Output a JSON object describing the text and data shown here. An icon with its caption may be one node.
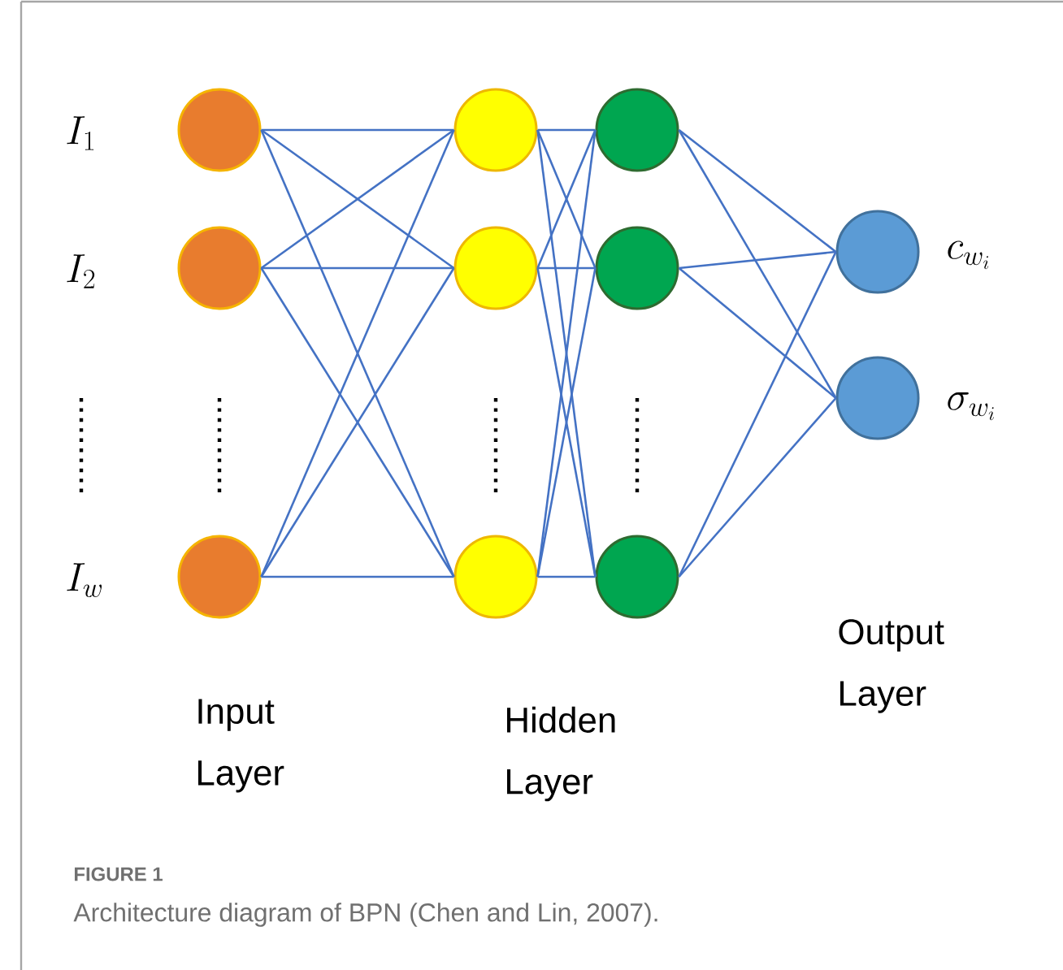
{
  "diagram": {
    "caption": "Architecture diagram of BPN (Chen and Lin, 2007).",
    "nodes": [
      {
        "text": [],
        "shape": "circle"
      },
      {
        "text": [],
        "shape": "circle"
      },
      {
        "text": [],
        "shape": "circle"
      },
      {
        "text": [],
        "shape": "circle"
      },
      {
        "text": [],
        "shape": "circle"
      },
      {
        "text": [],
        "shape": "circle"
      },
      {
        "text": [],
        "shape": "circle"
      },
      {
        "text": [],
        "shape": "circle"
      },
      {
        "text": [],
        "shape": "circle"
      },
      {
        "text": [],
        "shape": "circle",
        "beside": [
          "c_{w_i}"
        ]
      },
      {
        "text": [],
        "shape": "circle",
        "beside": [
          "\\sigma_{w_i}"
        ]
      }
    ],
    "edges": [
      {
        "from": 0,
        "to": 3,
        "arrow": "none"
      },
      {
        "from": 0,
        "to": 4,
        "arrow": "none"
      },
      {
        "from": 0,
        "to": 5,
        "arrow": "none"
      },
      {
        "from": 1,
        "to": 3,
        "arrow": "none"
      },
      {
        "from": 1,
        "to": 4,
        "arrow": "none"
      },
      {
        "from": 1,
        "to": 5,
        "arrow": "none"
      },
      {
        "from": 2,
        "to": 3,
        "arrow": "none"
      },
      {
        "from": 2,
        "to": 4,
        "arrow": "none"
      },
      {
        "from": 2,
        "to": 5,
        "arrow": "none"
      },
      {
        "from": 3,
        "to": 6,
        "arrow": "none"
      },
      {
        "from": 3,
        "to": 7,
        "arrow": "none"
      },
      {
        "from": 3,
        "to": 8,
        "arrow": "none"
      },
      {
        "from": 4,
        "to": 6,
        "arrow": "none"
      },
      {
        "from": 4,
        "to": 7,
        "arrow": "none"
      },
      {
        "from": 4,
        "to": 8,
        "arrow": "none"
      },
      {
        "from": 5,
        "to": 6,
        "arrow": "none"
      },
      {
        "from": 5,
        "to": 7,
        "arrow": "none"
      },
      {
        "from": 5,
        "to": 8,
        "arrow": "none"
      },
      {
        "from": 6,
        "to": 9,
        "arrow": "none"
      },
      {
        "from": 6,
        "to": 10,
        "arrow": "none"
      },
      {
        "from": 7,
        "to": 9,
        "arrow": "none"
      },
      {
        "from": 7,
        "to": 10,
        "arrow": "none"
      },
      {
        "from": 8,
        "to": 9,
        "arrow": "none"
      },
      {
        "from": 8,
        "to": 10,
        "arrow": "none"
      }
    ],
    "labels": [
      "I_1",
      "I_2",
      "I_w",
      "Output Layer",
      "Input Layer",
      "Hidden Layer",
      "FIGURE 1"
    ]
  }
}
